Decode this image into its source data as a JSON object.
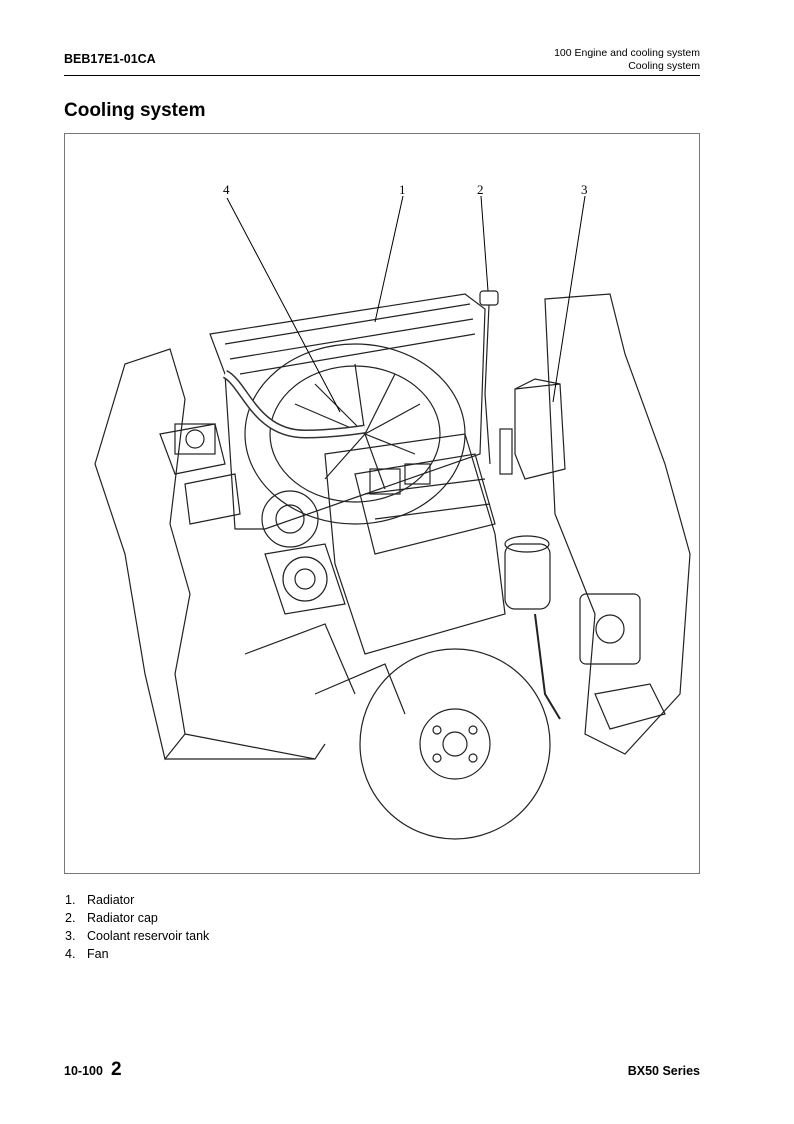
{
  "header": {
    "doc_code": "BEB17E1-01CA",
    "section": "100 Engine and cooling system",
    "subsection": "Cooling system"
  },
  "page_title": "Cooling system",
  "figure": {
    "callouts": [
      "4",
      "1",
      "2",
      "3"
    ]
  },
  "legend": [
    {
      "num": "1.",
      "label": "Radiator"
    },
    {
      "num": "2.",
      "label": "Radiator cap"
    },
    {
      "num": "3.",
      "label": "Coolant reservoir tank"
    },
    {
      "num": "4.",
      "label": "Fan"
    }
  ],
  "footer": {
    "page_number": "10-100",
    "revision": "2",
    "series": "BX50 Series"
  }
}
